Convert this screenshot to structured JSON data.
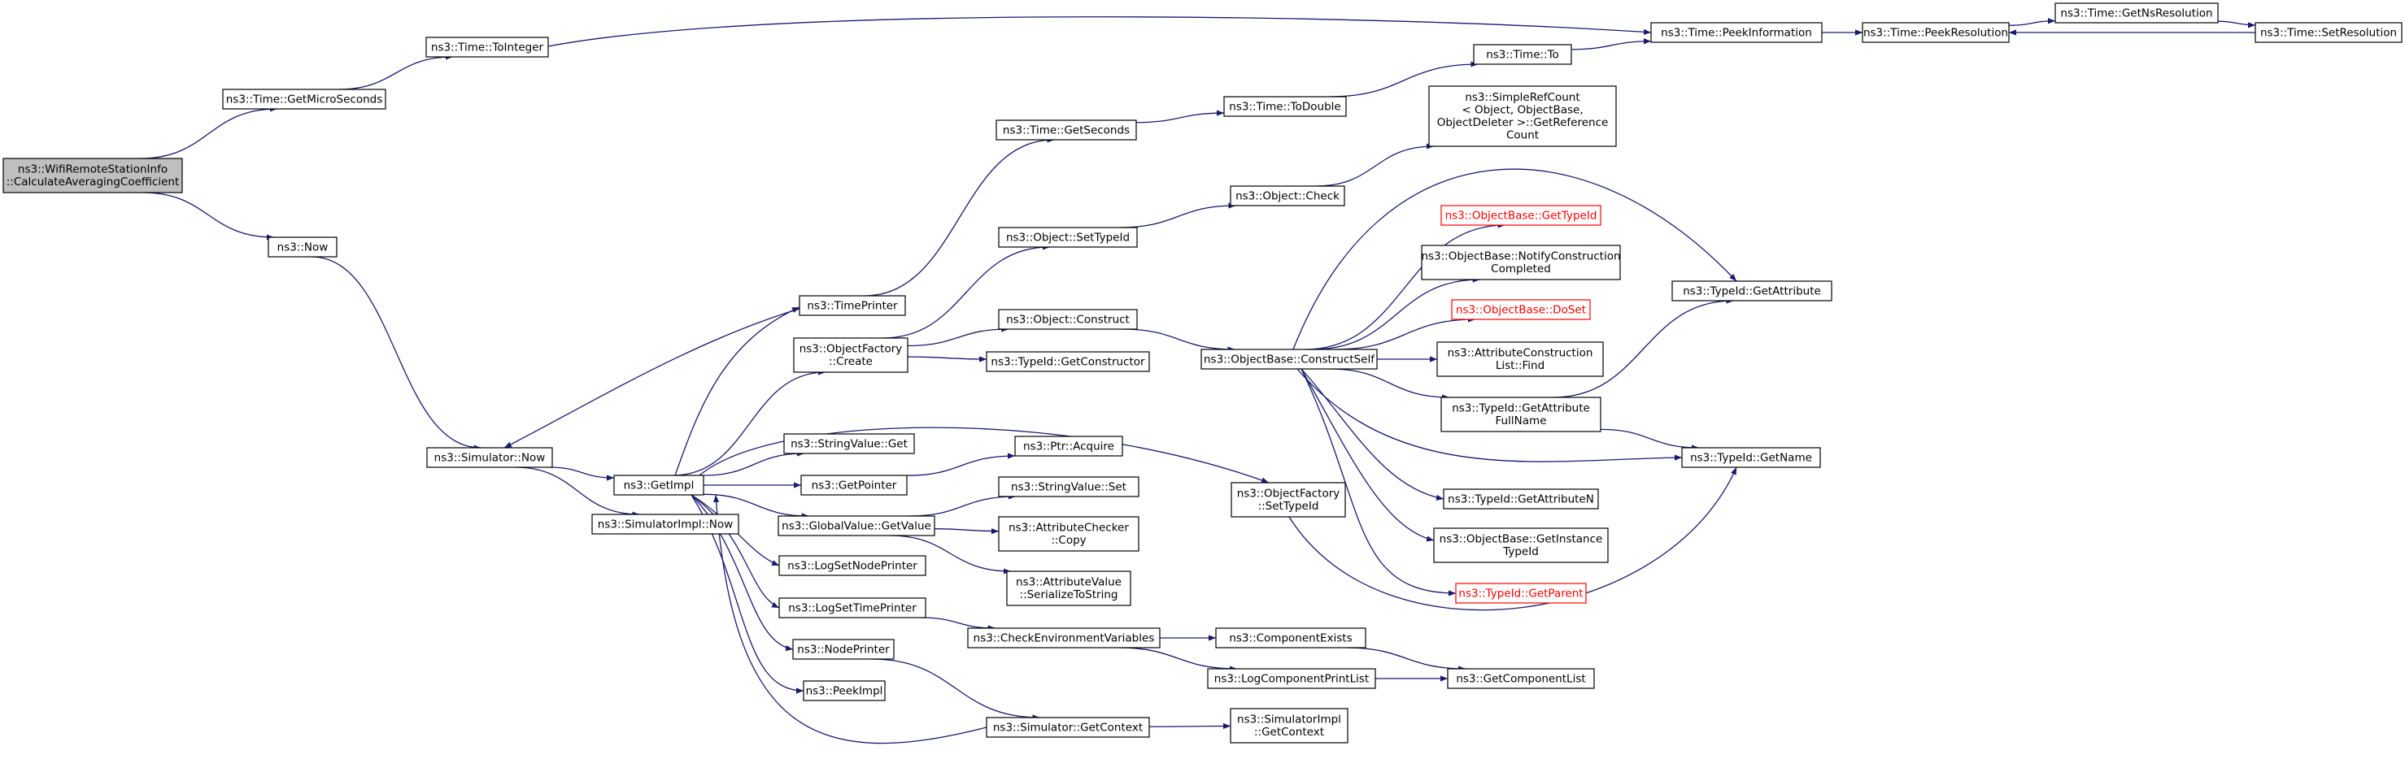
{
  "colors": {
    "edge": "#191970",
    "root_fill": "#bfbfbf",
    "node_border": "#000000",
    "warn_border": "#ff0000"
  },
  "nodes": [
    {
      "id": "root",
      "lines": [
        "ns3::WifiRemoteStationInfo",
        "::CalculateAveragingCoefficient"
      ]
    },
    {
      "id": "getMicro",
      "lines": [
        "ns3::Time::GetMicroSeconds"
      ]
    },
    {
      "id": "toInteger",
      "lines": [
        "ns3::Time::ToInteger"
      ]
    },
    {
      "id": "peekInfo",
      "lines": [
        "ns3::Time::PeekInformation"
      ]
    },
    {
      "id": "peekRes",
      "lines": [
        "ns3::Time::PeekResolution"
      ]
    },
    {
      "id": "getNsRes",
      "lines": [
        "ns3::Time::GetNsResolution"
      ]
    },
    {
      "id": "setRes",
      "lines": [
        "ns3::Time::SetResolution"
      ]
    },
    {
      "id": "now",
      "lines": [
        "ns3::Now"
      ]
    },
    {
      "id": "simNow",
      "lines": [
        "ns3::Simulator::Now"
      ]
    },
    {
      "id": "getImpl",
      "lines": [
        "ns3::GetImpl"
      ]
    },
    {
      "id": "simImplNow",
      "lines": [
        "ns3::SimulatorImpl::Now"
      ]
    },
    {
      "id": "timePrinter",
      "lines": [
        "ns3::TimePrinter"
      ]
    },
    {
      "id": "ofCreate",
      "lines": [
        "ns3::ObjectFactory",
        "::Create"
      ]
    },
    {
      "id": "strGet",
      "lines": [
        "ns3::StringValue::Get"
      ]
    },
    {
      "id": "getPointer",
      "lines": [
        "ns3::GetPointer"
      ]
    },
    {
      "id": "gvGet",
      "lines": [
        "ns3::GlobalValue::GetValue"
      ]
    },
    {
      "id": "logNode",
      "lines": [
        "ns3::LogSetNodePrinter"
      ]
    },
    {
      "id": "logTime",
      "lines": [
        "ns3::LogSetTimePrinter"
      ]
    },
    {
      "id": "nodePrinter",
      "lines": [
        "ns3::NodePrinter"
      ]
    },
    {
      "id": "peekImpl",
      "lines": [
        "ns3::PeekImpl"
      ]
    },
    {
      "id": "getSeconds",
      "lines": [
        "ns3::Time::GetSeconds"
      ]
    },
    {
      "id": "toDouble",
      "lines": [
        "ns3::Time::ToDouble"
      ]
    },
    {
      "id": "timeTo",
      "lines": [
        "ns3::Time::To"
      ]
    },
    {
      "id": "objSetType",
      "lines": [
        "ns3::Object::SetTypeId"
      ]
    },
    {
      "id": "objCheck",
      "lines": [
        "ns3::Object::Check"
      ]
    },
    {
      "id": "simpleRef",
      "lines": [
        "ns3::SimpleRefCount",
        "< Object, ObjectBase,",
        "ObjectDeleter >::GetReference",
        "Count"
      ]
    },
    {
      "id": "objConstruct",
      "lines": [
        "ns3::Object::Construct"
      ]
    },
    {
      "id": "getCtor",
      "lines": [
        "ns3::TypeId::GetConstructor"
      ]
    },
    {
      "id": "constructSelf",
      "lines": [
        "ns3::ObjectBase::ConstructSelf"
      ]
    },
    {
      "id": "obGetTypeId",
      "lines": [
        "ns3::ObjectBase::GetTypeId"
      ],
      "red": true
    },
    {
      "id": "notifyCC",
      "lines": [
        "ns3::ObjectBase::NotifyConstruction",
        "Completed"
      ]
    },
    {
      "id": "doSet",
      "lines": [
        "ns3::ObjectBase::DoSet"
      ],
      "red": true
    },
    {
      "id": "acListFind",
      "lines": [
        "ns3::AttributeConstruction",
        "List::Find"
      ]
    },
    {
      "id": "getAttrFull",
      "lines": [
        "ns3::TypeId::GetAttribute",
        "FullName"
      ]
    },
    {
      "id": "getAttrN",
      "lines": [
        "ns3::TypeId::GetAttributeN"
      ]
    },
    {
      "id": "getInstType",
      "lines": [
        "ns3::ObjectBase::GetInstance",
        "TypeId"
      ]
    },
    {
      "id": "getParent",
      "lines": [
        "ns3::TypeId::GetParent"
      ],
      "red": true
    },
    {
      "id": "getAttribute",
      "lines": [
        "ns3::TypeId::GetAttribute"
      ]
    },
    {
      "id": "getName",
      "lines": [
        "ns3::TypeId::GetName"
      ]
    },
    {
      "id": "ofSetType",
      "lines": [
        "ns3::ObjectFactory",
        "::SetTypeId"
      ]
    },
    {
      "id": "ptrAcquire",
      "lines": [
        "ns3::Ptr::Acquire"
      ]
    },
    {
      "id": "strSet",
      "lines": [
        "ns3::StringValue::Set"
      ]
    },
    {
      "id": "acCopy",
      "lines": [
        "ns3::AttributeChecker",
        "::Copy"
      ]
    },
    {
      "id": "avSer",
      "lines": [
        "ns3::AttributeValue",
        "::SerializeToString"
      ]
    },
    {
      "id": "checkEnv",
      "lines": [
        "ns3::CheckEnvironmentVariables"
      ]
    },
    {
      "id": "compExists",
      "lines": [
        "ns3::ComponentExists"
      ]
    },
    {
      "id": "logCompPrint",
      "lines": [
        "ns3::LogComponentPrintList"
      ]
    },
    {
      "id": "getCompList",
      "lines": [
        "ns3::GetComponentList"
      ]
    },
    {
      "id": "simGetCtx",
      "lines": [
        "ns3::Simulator::GetContext"
      ]
    },
    {
      "id": "simImplCtx",
      "lines": [
        "ns3::SimulatorImpl",
        "::GetContext"
      ]
    }
  ]
}
